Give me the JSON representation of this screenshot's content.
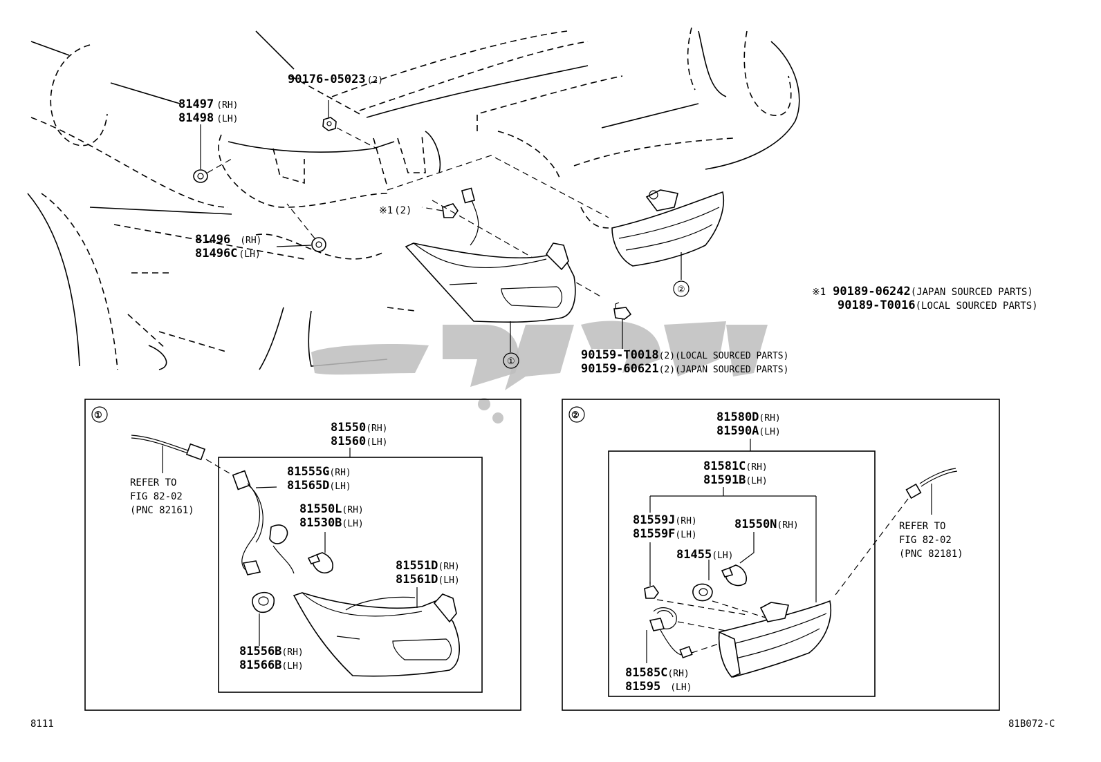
{
  "main_labels": {
    "p90176": {
      "num": "90176-05023",
      "qty": "(2)"
    },
    "p81497": {
      "num": "81497",
      "side": "(RH)"
    },
    "p81498": {
      "num": "81498",
      "side": "(LH)"
    },
    "p81496": {
      "num": "81496",
      "side": "(RH)"
    },
    "p81496c": {
      "num": "81496C",
      "side": "(LH)"
    },
    "clip": {
      "mark": "※1",
      "qty": "(2)"
    },
    "callout1": "①",
    "callout2": "②",
    "p90159a": {
      "num": "90159-T0018",
      "qty": "(2)",
      "note": "(LOCAL SOURCED PARTS)"
    },
    "p90159b": {
      "num": "90159-60621",
      "qty": "(2)",
      "note": "(JAPAN SOURCED PARTS)"
    }
  },
  "footnote": {
    "mark": "※1",
    "line1": {
      "num": "90189-06242",
      "note": "(JAPAN SOURCED PARTS)"
    },
    "line2": {
      "num": "90189-T0016",
      "note": "(LOCAL SOURCED PARTS)"
    }
  },
  "box1": {
    "callout": "①",
    "assy_rh": {
      "num": "81550",
      "side": "(RH)"
    },
    "assy_lh": {
      "num": "81560",
      "side": "(LH)"
    },
    "refer": [
      "REFER TO",
      "FIG 82-02",
      "(PNC 82161)"
    ],
    "socket_rh": {
      "num": "81555G",
      "side": "(RH)"
    },
    "socket_lh": {
      "num": "81565D",
      "side": "(LH)"
    },
    "bulb_rh": {
      "num": "81550L",
      "side": "(RH)"
    },
    "bulb_lh": {
      "num": "81530B",
      "side": "(LH)"
    },
    "lens_rh": {
      "num": "81551D",
      "side": "(RH)"
    },
    "lens_lh": {
      "num": "81561D",
      "side": "(LH)"
    },
    "holder_rh": {
      "num": "81556B",
      "side": "(RH)"
    },
    "holder_lh": {
      "num": "81566B",
      "side": "(LH)"
    }
  },
  "box2": {
    "callout": "②",
    "assy_rh": {
      "num": "81580D",
      "side": "(RH)"
    },
    "assy_lh": {
      "num": "81590A",
      "side": "(LH)"
    },
    "lens_rh": {
      "num": "81581C",
      "side": "(RH)"
    },
    "lens_lh": {
      "num": "81591B",
      "side": "(LH)"
    },
    "socket_rh": {
      "num": "81559J",
      "side": "(RH)"
    },
    "socket_lh": {
      "num": "81559F",
      "side": "(LH)"
    },
    "bulb_rh": {
      "num": "81550N",
      "side": "(RH)"
    },
    "bulb2_lh": {
      "num": "81455",
      "side": "(LH)"
    },
    "wire_rh": {
      "num": "81585C",
      "side": "(RH)"
    },
    "wire_lh": {
      "num": "81595",
      "side": "(LH)"
    },
    "refer": [
      "REFER TO",
      "FIG 82-02",
      "(PNC 82181)"
    ]
  },
  "footer": {
    "left": "8111",
    "right": "81B072-C"
  }
}
